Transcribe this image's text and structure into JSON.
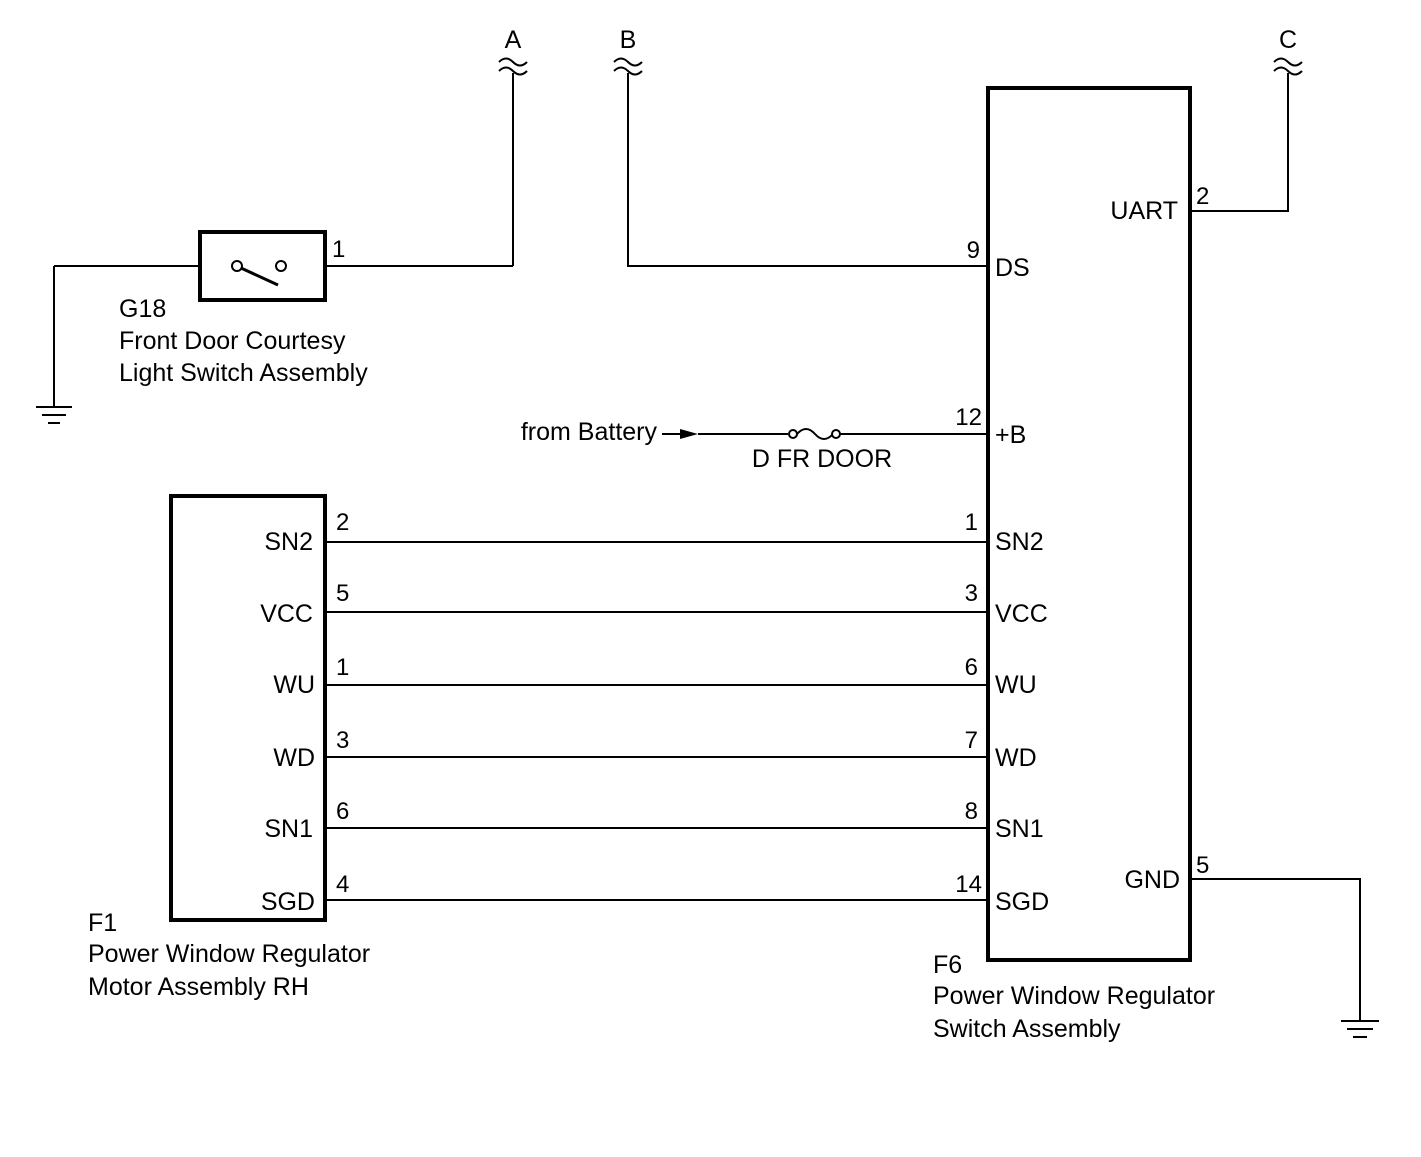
{
  "connectors": {
    "a": "A",
    "b": "B",
    "c": "C"
  },
  "g18": {
    "code": "G18",
    "name_line1": "Front Door Courtesy",
    "name_line2": "Light Switch Assembly",
    "pin": "1"
  },
  "battery": {
    "label": "from Battery",
    "fuse": "D FR DOOR"
  },
  "f1": {
    "code": "F1",
    "name_line1": "Power Window Regulator",
    "name_line2": "Motor Assembly RH",
    "terminals": [
      {
        "name": "SN2",
        "pin": "2"
      },
      {
        "name": "VCC",
        "pin": "5"
      },
      {
        "name": "WU",
        "pin": "1"
      },
      {
        "name": "WD",
        "pin": "3"
      },
      {
        "name": "SN1",
        "pin": "6"
      },
      {
        "name": "SGD",
        "pin": "4"
      }
    ]
  },
  "f6": {
    "code": "F6",
    "name_line1": "Power Window Regulator",
    "name_line2": "Switch Assembly",
    "uart": {
      "name": "UART",
      "pin": "2"
    },
    "ds": {
      "name": "DS",
      "pin": "9"
    },
    "b": {
      "name": "+B",
      "pin": "12"
    },
    "gnd": {
      "name": "GND",
      "pin": "5"
    },
    "terminals": [
      {
        "name": "SN2",
        "pin": "1"
      },
      {
        "name": "VCC",
        "pin": "3"
      },
      {
        "name": "WU",
        "pin": "6"
      },
      {
        "name": "WD",
        "pin": "7"
      },
      {
        "name": "SN1",
        "pin": "8"
      },
      {
        "name": "SGD",
        "pin": "14"
      }
    ]
  }
}
